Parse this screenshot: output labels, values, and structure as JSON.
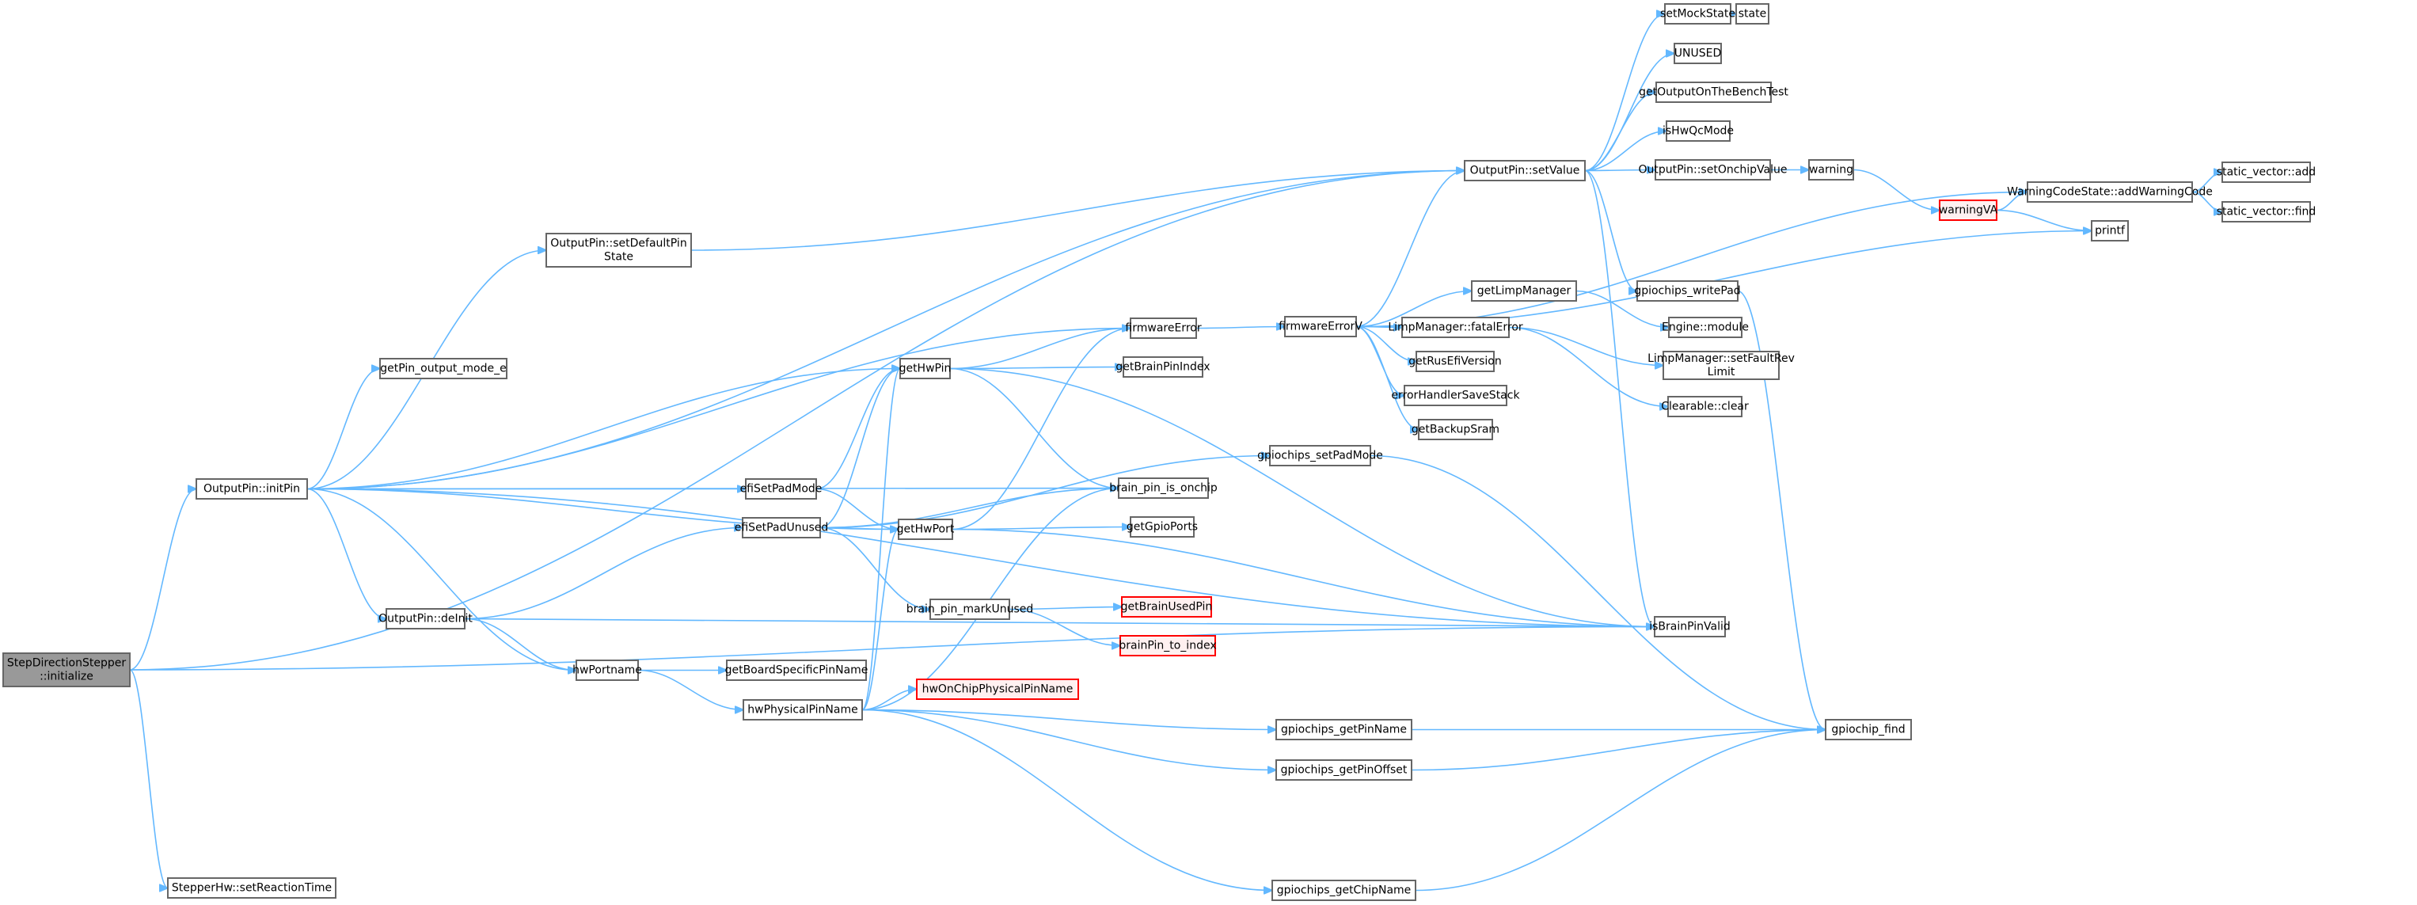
{
  "diagram": {
    "title": "StepDirectionStepper::initialize call graph",
    "edge_color": "#63b8ff",
    "root_fill": "#999999",
    "undocumented_border": "#ff0000",
    "nodes": [
      {
        "id": "root",
        "label": [
          "StepDirectionStepper",
          "::initialize"
        ],
        "kind": "root"
      },
      {
        "id": "initPin",
        "label": [
          "OutputPin::initPin"
        ],
        "kind": "normal"
      },
      {
        "id": "setReactionTime",
        "label": [
          "StepperHw::setReactionTime"
        ],
        "kind": "normal"
      },
      {
        "id": "setDefaultPinState",
        "label": [
          "OutputPin::setDefaultPin",
          "State"
        ],
        "kind": "normal"
      },
      {
        "id": "getPinOutputMode",
        "label": [
          "getPin_output_mode_e"
        ],
        "kind": "normal"
      },
      {
        "id": "deInit",
        "label": [
          "OutputPin::deInit"
        ],
        "kind": "normal"
      },
      {
        "id": "hwPortname",
        "label": [
          "hwPortname"
        ],
        "kind": "normal"
      },
      {
        "id": "getBoardSpecificPinName",
        "label": [
          "getBoardSpecificPinName"
        ],
        "kind": "normal"
      },
      {
        "id": "hwPhysicalPinName",
        "label": [
          "hwPhysicalPinName"
        ],
        "kind": "normal"
      },
      {
        "id": "efiSetPadMode",
        "label": [
          "efiSetPadMode"
        ],
        "kind": "normal"
      },
      {
        "id": "efiSetPadUnused",
        "label": [
          "efiSetPadUnused"
        ],
        "kind": "normal"
      },
      {
        "id": "getHwPin",
        "label": [
          "getHwPin"
        ],
        "kind": "normal"
      },
      {
        "id": "getHwPort",
        "label": [
          "getHwPort"
        ],
        "kind": "normal"
      },
      {
        "id": "brainPinMarkUnused",
        "label": [
          "brain_pin_markUnused"
        ],
        "kind": "normal"
      },
      {
        "id": "hwOnChipPhysicalPinName",
        "label": [
          "hwOnChipPhysicalPinName"
        ],
        "kind": "undoc"
      },
      {
        "id": "firmwareError",
        "label": [
          "firmwareError"
        ],
        "kind": "normal"
      },
      {
        "id": "getBrainPinIndex",
        "label": [
          "getBrainPinIndex"
        ],
        "kind": "normal"
      },
      {
        "id": "brainPinIsOnchip",
        "label": [
          "brain_pin_is_onchip"
        ],
        "kind": "normal"
      },
      {
        "id": "getGpioPorts",
        "label": [
          "getGpioPorts"
        ],
        "kind": "normal"
      },
      {
        "id": "getBrainUsedPin",
        "label": [
          "getBrainUsedPin"
        ],
        "kind": "undoc"
      },
      {
        "id": "brainPinToIndex",
        "label": [
          "brainPin_to_index"
        ],
        "kind": "undoc"
      },
      {
        "id": "gpiochipsSetPadMode",
        "label": [
          "gpiochips_setPadMode"
        ],
        "kind": "normal"
      },
      {
        "id": "gpiochipsGetPinName",
        "label": [
          "gpiochips_getPinName"
        ],
        "kind": "normal"
      },
      {
        "id": "gpiochipsGetPinOffset",
        "label": [
          "gpiochips_getPinOffset"
        ],
        "kind": "normal"
      },
      {
        "id": "gpiochipsGetChipName",
        "label": [
          "gpiochips_getChipName"
        ],
        "kind": "normal"
      },
      {
        "id": "firmwareErrorV",
        "label": [
          "firmwareErrorV"
        ],
        "kind": "normal"
      },
      {
        "id": "setValue",
        "label": [
          "OutputPin::setValue"
        ],
        "kind": "normal"
      },
      {
        "id": "getLimpManager",
        "label": [
          "getLimpManager"
        ],
        "kind": "normal"
      },
      {
        "id": "fatalError",
        "label": [
          "LimpManager::fatalError"
        ],
        "kind": "normal"
      },
      {
        "id": "getRusEfiVersion",
        "label": [
          "getRusEfiVersion"
        ],
        "kind": "normal"
      },
      {
        "id": "errorHandlerSaveStack",
        "label": [
          "errorHandlerSaveStack"
        ],
        "kind": "normal"
      },
      {
        "id": "getBackupSram",
        "label": [
          "getBackupSram"
        ],
        "kind": "normal"
      },
      {
        "id": "isBrainPinValid",
        "label": [
          "isBrainPinValid"
        ],
        "kind": "normal"
      },
      {
        "id": "setMockState",
        "label": [
          "setMockState"
        ],
        "kind": "normal"
      },
      {
        "id": "unused",
        "label": [
          "UNUSED"
        ],
        "kind": "normal"
      },
      {
        "id": "getOutputOnTheBenchTest",
        "label": [
          "getOutputOnTheBenchTest"
        ],
        "kind": "normal"
      },
      {
        "id": "isHwQcMode",
        "label": [
          "isHwQcMode"
        ],
        "kind": "normal"
      },
      {
        "id": "setOnchipValue",
        "label": [
          "OutputPin::setOnchipValue"
        ],
        "kind": "normal"
      },
      {
        "id": "gpiochipsWritePad",
        "label": [
          "gpiochips_writePad"
        ],
        "kind": "normal"
      },
      {
        "id": "engineModule",
        "label": [
          "Engine::module"
        ],
        "kind": "normal"
      },
      {
        "id": "setFaultRevLimit",
        "label": [
          "LimpManager::setFaultRev",
          "Limit"
        ],
        "kind": "normal"
      },
      {
        "id": "clearableClear",
        "label": [
          "Clearable::clear"
        ],
        "kind": "normal"
      },
      {
        "id": "state",
        "label": [
          "state"
        ],
        "kind": "normal"
      },
      {
        "id": "warning",
        "label": [
          "warning"
        ],
        "kind": "normal"
      },
      {
        "id": "warningVA",
        "label": [
          "warningVA"
        ],
        "kind": "undoc"
      },
      {
        "id": "addWarningCode",
        "label": [
          "WarningCodeState::addWarningCode"
        ],
        "kind": "normal"
      },
      {
        "id": "printf",
        "label": [
          "printf"
        ],
        "kind": "normal"
      },
      {
        "id": "gpiochipFind",
        "label": [
          "gpiochip_find"
        ],
        "kind": "normal"
      },
      {
        "id": "staticVectorAdd",
        "label": [
          "static_vector::add"
        ],
        "kind": "normal"
      },
      {
        "id": "staticVectorFind",
        "label": [
          "static_vector::find"
        ],
        "kind": "normal"
      }
    ],
    "edges": [
      [
        "root",
        "initPin"
      ],
      [
        "root",
        "setValue"
      ],
      [
        "root",
        "setReactionTime"
      ],
      [
        "root",
        "isBrainPinValid"
      ],
      [
        "initPin",
        "setValue"
      ],
      [
        "initPin",
        "setDefaultPinState"
      ],
      [
        "initPin",
        "firmwareError"
      ],
      [
        "initPin",
        "getPinOutputMode"
      ],
      [
        "initPin",
        "getHwPin"
      ],
      [
        "initPin",
        "brainPinIsOnchip"
      ],
      [
        "initPin",
        "efiSetPadMode"
      ],
      [
        "initPin",
        "getHwPort"
      ],
      [
        "initPin",
        "deInit"
      ],
      [
        "initPin",
        "hwPortname"
      ],
      [
        "initPin",
        "isBrainPinValid"
      ],
      [
        "setDefaultPinState",
        "setValue"
      ],
      [
        "deInit",
        "efiSetPadUnused"
      ],
      [
        "deInit",
        "hwPortname"
      ],
      [
        "deInit",
        "isBrainPinValid"
      ],
      [
        "hwPortname",
        "getBoardSpecificPinName"
      ],
      [
        "hwPortname",
        "hwPhysicalPinName"
      ],
      [
        "hwPhysicalPinName",
        "getHwPin"
      ],
      [
        "hwPhysicalPinName",
        "getHwPort"
      ],
      [
        "hwPhysicalPinName",
        "brainPinIsOnchip"
      ],
      [
        "hwPhysicalPinName",
        "hwOnChipPhysicalPinName"
      ],
      [
        "hwPhysicalPinName",
        "gpiochipsGetPinName"
      ],
      [
        "hwPhysicalPinName",
        "gpiochipsGetPinOffset"
      ],
      [
        "hwPhysicalPinName",
        "gpiochipsGetChipName"
      ],
      [
        "efiSetPadMode",
        "getHwPin"
      ],
      [
        "efiSetPadMode",
        "getHwPort"
      ],
      [
        "efiSetPadUnused",
        "getHwPin"
      ],
      [
        "efiSetPadUnused",
        "getHwPort"
      ],
      [
        "efiSetPadUnused",
        "brainPinIsOnchip"
      ],
      [
        "efiSetPadUnused",
        "gpiochipsSetPadMode"
      ],
      [
        "efiSetPadUnused",
        "brainPinMarkUnused"
      ],
      [
        "getHwPin",
        "firmwareError"
      ],
      [
        "getHwPin",
        "getBrainPinIndex"
      ],
      [
        "getHwPin",
        "brainPinIsOnchip"
      ],
      [
        "getHwPin",
        "isBrainPinValid"
      ],
      [
        "getHwPort",
        "firmwareError"
      ],
      [
        "getHwPort",
        "getGpioPorts"
      ],
      [
        "getHwPort",
        "isBrainPinValid"
      ],
      [
        "brainPinMarkUnused",
        "getBrainUsedPin"
      ],
      [
        "brainPinMarkUnused",
        "brainPinToIndex"
      ],
      [
        "firmwareError",
        "firmwareErrorV"
      ],
      [
        "firmwareErrorV",
        "setValue"
      ],
      [
        "firmwareErrorV",
        "addWarningCode"
      ],
      [
        "firmwareErrorV",
        "printf"
      ],
      [
        "firmwareErrorV",
        "getLimpManager"
      ],
      [
        "firmwareErrorV",
        "fatalError"
      ],
      [
        "firmwareErrorV",
        "getRusEfiVersion"
      ],
      [
        "firmwareErrorV",
        "errorHandlerSaveStack"
      ],
      [
        "firmwareErrorV",
        "getBackupSram"
      ],
      [
        "setValue",
        "setMockState"
      ],
      [
        "setValue",
        "unused"
      ],
      [
        "setValue",
        "getOutputOnTheBenchTest"
      ],
      [
        "setValue",
        "isHwQcMode"
      ],
      [
        "setValue",
        "setOnchipValue"
      ],
      [
        "setValue",
        "gpiochipsWritePad"
      ],
      [
        "setValue",
        "isBrainPinValid"
      ],
      [
        "setMockState",
        "state"
      ],
      [
        "setOnchipValue",
        "warning"
      ],
      [
        "warning",
        "warningVA"
      ],
      [
        "warningVA",
        "addWarningCode"
      ],
      [
        "warningVA",
        "printf"
      ],
      [
        "addWarningCode",
        "staticVectorAdd"
      ],
      [
        "addWarningCode",
        "staticVectorFind"
      ],
      [
        "getLimpManager",
        "engineModule"
      ],
      [
        "fatalError",
        "setFaultRevLimit"
      ],
      [
        "fatalError",
        "clearableClear"
      ],
      [
        "gpiochipsWritePad",
        "gpiochipFind"
      ],
      [
        "gpiochipsSetPadMode",
        "gpiochipFind"
      ],
      [
        "gpiochipsGetPinName",
        "gpiochipFind"
      ],
      [
        "gpiochipsGetPinOffset",
        "gpiochipFind"
      ],
      [
        "gpiochipsGetChipName",
        "gpiochipFind"
      ]
    ]
  }
}
